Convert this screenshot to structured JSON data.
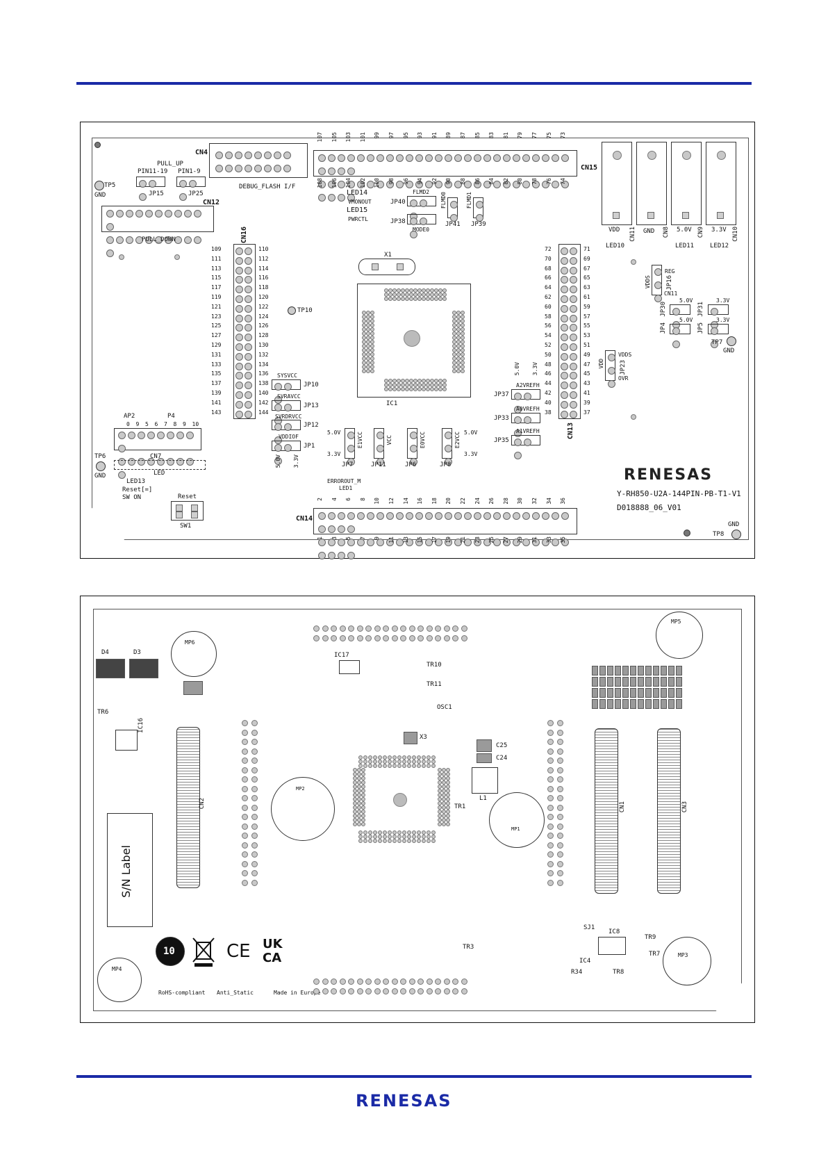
{
  "brand": {
    "name": "RENESAS",
    "color": "#1a2aa6"
  },
  "top_view": {
    "board_id": "Y-RH850-U2A-144PIN-PB-T1-V1",
    "doc_id": "D018888_06_V01",
    "connectors": {
      "cn4": "CN4",
      "debug": "DEBUG_FLASH I/F",
      "cn15": "CN15",
      "cn12": "CN12",
      "cn16": "CN16",
      "cn13": "CN13",
      "cn14": "CN14",
      "cn7": "CN7",
      "cn11": "CN11",
      "cn8": "CN8",
      "cn9": "CN9",
      "cn10": "CN10"
    },
    "labels": {
      "pull_up": "PULL_UP",
      "pin11_19": "PIN11-19",
      "pin1_9": "PIN1-9",
      "jp15": "JP15",
      "jp25": "JP25",
      "pull_down": "PULL_DOWN",
      "tp5": "TP5",
      "gnd": "GND",
      "tp6": "TP6",
      "tp7": "TP7",
      "tp8": "TP8",
      "tp10": "TP10",
      "led14": "LED14",
      "vmonout": "VMONOUT",
      "led15": "LED15",
      "pwrctl": "PWRCTL",
      "jp40": "JP40",
      "flmd2": "FLMD2",
      "jp38": "JP38",
      "mode0": "MODE0",
      "flmd0": "FLMD0",
      "flmd1": "FLMD1",
      "jp41": "JP41",
      "jp39": "JP39",
      "x1": "X1",
      "ic1": "IC1",
      "sysvcc": "SYSVCC",
      "jp10": "JP10",
      "svravcc": "SVRAVCC",
      "jp13": "JP13",
      "svrdrvcc": "SVRDRVCC",
      "jp12": "JP12",
      "vddiof": "VDDIOF",
      "jp1": "JP1",
      "v50": "5.0V",
      "v33": "3.3V",
      "e1vcc": "E1VCC",
      "vcc": "VCC",
      "e0vcc": "E0VCC",
      "e2vcc": "E2VCC",
      "jp7": "JP7",
      "jp11": "JP11",
      "jp6": "JP6",
      "jp8": "JP8",
      "errorout": "ERROROUT_M",
      "led1": "LED1",
      "a2vrefh": "A2VREFH",
      "jp37": "JP37",
      "a0vrefh": "A0VREFH",
      "jp33": "JP33",
      "a1vrefh": "A1VREFH",
      "jp35": "JP35",
      "vdd": "VDD",
      "vdds": "VDDS",
      "ovr": "OVR",
      "jp23": "JP23",
      "reg": "REG",
      "jp16": "JP16",
      "jp30": "JP30",
      "jp31": "JP31",
      "jp4": "JP4",
      "jp5": "JP5",
      "led10": "LED10",
      "led11": "LED11",
      "led12": "LED12",
      "ap2": "AP2",
      "p4": "P4",
      "led": "LED",
      "led13": "LED13",
      "reset_sw": "Reset[=]",
      "sw_on": "SW ON",
      "reset": "Reset",
      "sw1": "SW1"
    },
    "cn15_top_pins": [
      "107",
      "105",
      "103",
      "101",
      "99",
      "97",
      "95",
      "93",
      "91",
      "89",
      "87",
      "85",
      "83",
      "81",
      "79",
      "77",
      "75",
      "73"
    ],
    "cn15_bot_pins": [
      "108",
      "106",
      "104",
      "102",
      "100",
      "98",
      "96",
      "94",
      "92",
      "90",
      "88",
      "86",
      "84",
      "82",
      "80",
      "78",
      "76",
      "74"
    ],
    "cn16_left_pins": [
      "109",
      "111",
      "113",
      "115",
      "117",
      "119",
      "121",
      "123",
      "125",
      "127",
      "129",
      "131",
      "133",
      "135",
      "137",
      "139",
      "141",
      "143"
    ],
    "cn16_right_pins": [
      "110",
      "112",
      "114",
      "116",
      "118",
      "120",
      "122",
      "124",
      "126",
      "128",
      "130",
      "132",
      "134",
      "136",
      "138",
      "140",
      "142",
      "144"
    ],
    "cn13_left_pins": [
      "72",
      "70",
      "68",
      "66",
      "64",
      "62",
      "60",
      "58",
      "56",
      "54",
      "52",
      "50",
      "48",
      "46",
      "44",
      "42",
      "40",
      "38"
    ],
    "cn13_right_pins": [
      "71",
      "69",
      "67",
      "65",
      "63",
      "61",
      "59",
      "57",
      "55",
      "53",
      "51",
      "49",
      "47",
      "45",
      "43",
      "41",
      "39",
      "37"
    ],
    "cn14_top_pins": [
      "2",
      "4",
      "6",
      "8",
      "10",
      "12",
      "14",
      "16",
      "18",
      "20",
      "22",
      "24",
      "26",
      "28",
      "30",
      "32",
      "34",
      "36"
    ],
    "cn14_bot_pins": [
      "1",
      "3",
      "5",
      "7",
      "9",
      "11",
      "13",
      "15",
      "17",
      "19",
      "21",
      "23",
      "25",
      "27",
      "29",
      "31",
      "33",
      "35"
    ],
    "p4_pins": [
      "0",
      "9",
      "5",
      "6",
      "7",
      "8",
      "9",
      "10"
    ]
  },
  "bottom_view": {
    "labels": {
      "d4": "D4",
      "d3": "D3",
      "mp6": "MP6",
      "mp5": "MP5",
      "mp4": "MP4",
      "mp3": "MP3",
      "mp2": "MP2",
      "mp1": "MP1",
      "tr6": "TR6",
      "ic16": "IC16",
      "cn2": "CN2",
      "cn1": "CN1",
      "cn3": "CN3",
      "ic17": "IC17",
      "tr10": "TR10",
      "tr11": "TR11",
      "osc1": "OSC1",
      "x3": "X3",
      "c25": "C25",
      "c24": "C24",
      "l1": "L1",
      "tr1": "TR1",
      "tr3": "TR3",
      "ic8": "IC8",
      "tr9": "TR9",
      "tr7": "TR7",
      "ic4": "IC4",
      "tr8": "TR8",
      "r34": "R34",
      "sj1": "SJ1",
      "sn_label": "S/N Label",
      "rohs": "RoHS-compliant",
      "anti_static": "Anti_Static",
      "made_in": "Made in Europe",
      "ce": "CE",
      "ukca_top": "UK",
      "ukca_bot": "CA",
      "rohs10": "10"
    }
  }
}
